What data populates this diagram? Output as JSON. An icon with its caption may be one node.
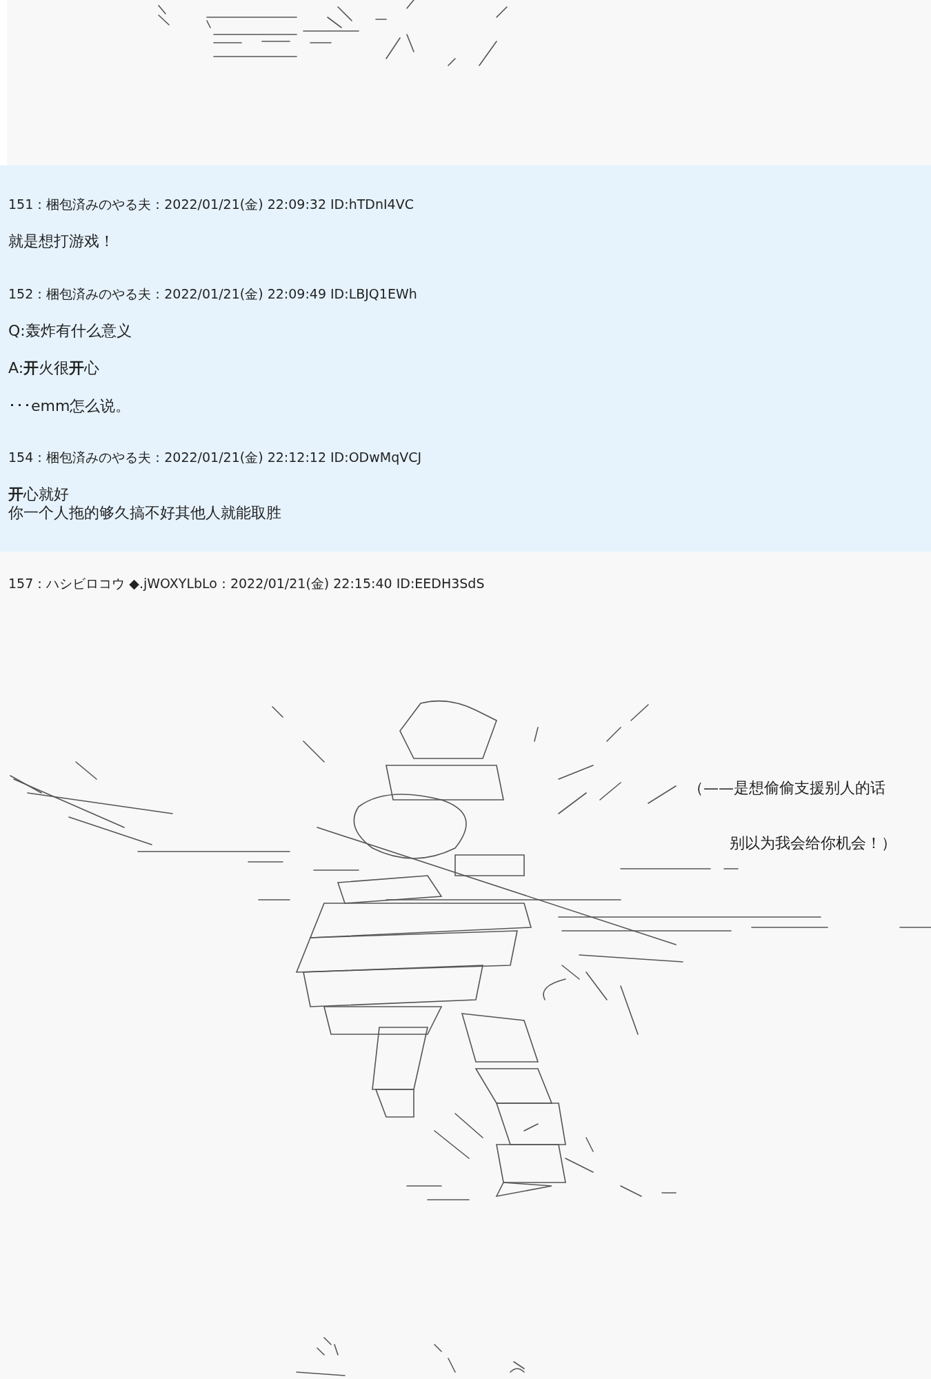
{
  "diagram": {
    "labels": [
      "151：梱包済みのやる夫：2022/01/21(金) 22:09:32 ID:hTDnI4VC",
      "就是想打游戏！",
      "152：梱包済みのやる夫：2022/01/21(金) 22:09:49 ID:LBJQ1EWh",
      "Q:轰炸有什么意义",
      "A:**开**火很**开**心",
      "･･･emm怎么说。",
      "154：梱包済みのやる夫：2022/01/21(金) 22:12:12 ID:ODwMqVCJ",
      "**开**心就好",
      "你一个人拖的够久搞不好其他人就能取胜",
      "157：ハシビロコウ ◆.jWOXYLbLo：2022/01/21(金) 22:15:40 ID:EEDH3SdS",
      "（——是想偷偷支援别人的话",
      "别以为我会给你机会！）"
    ]
  }
}
